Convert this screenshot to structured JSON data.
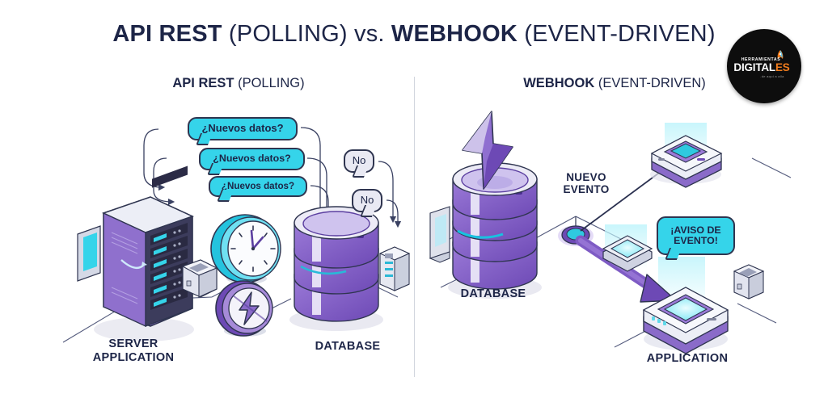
{
  "header": {
    "title_bold_1": "API REST",
    "title_normal_1": " (POLLING) ",
    "title_normal_vs": "vs.",
    "title_bold_2": " WEBHOOK",
    "title_normal_2": " (EVENT-DRIVEN)"
  },
  "logo": {
    "line1": "HERRAMIENTAS",
    "line2_main": "DIGITAL",
    "line2_accent": "ES",
    "line3": ".de aqui a alla",
    "icon": "rocket-icon",
    "bg_color": "#0d0d0d",
    "accent_color": "#f07c1d"
  },
  "panels": {
    "left": {
      "title_bold": "API REST",
      "title_normal": " (POLLING)",
      "bubbles": [
        {
          "text": "¿Nuevos datos?",
          "style": "cyan"
        },
        {
          "text": "¿Nuevos datos?",
          "style": "cyan"
        },
        {
          "text": "¿Nuevos datos?",
          "style": "cyan"
        },
        {
          "text": "No",
          "style": "gray"
        },
        {
          "text": "No",
          "style": "gray"
        }
      ],
      "labels": {
        "server": "SERVER\nAPPLICATION",
        "database": "DATABASE"
      },
      "icons": {
        "clock": "clock-icon",
        "power": "lightning-circle-icon",
        "server_rack": "server-rack-icon",
        "db_cylinder": "database-cylinder-icon",
        "small_node": "network-node-icon"
      }
    },
    "right": {
      "title_bold": "WEBHOOK",
      "title_normal": " (EVENT-DRIVEN)",
      "labels": {
        "database": "DATABASE",
        "event": "NUEVO\nEVENTO",
        "application": "APPLICATION"
      },
      "bubbles": [
        {
          "text_line1": "¡AVISO DE",
          "text_line2": "EVENTO!",
          "style": "cyan"
        }
      ],
      "icons": {
        "lightning_bolt": "lightning-bolt-icon",
        "db_cylinder": "database-cylinder-icon",
        "event_node": "event-node-icon",
        "app_box_top": "application-box-icon",
        "app_box_mid": "application-box-icon",
        "app_box_bottom": "application-box-icon",
        "small_node": "network-node-icon",
        "flow_arrow": "arrow-icon"
      }
    }
  },
  "colors": {
    "ink": "#1d2547",
    "cyan": "#35d4ea",
    "purple": "#7e5bc4",
    "purple_dark": "#5b3fa0",
    "lilac": "#c3b6e8",
    "gray_bubble": "#e9e9f3",
    "line": "#3a4162",
    "divider": "#d2d6de",
    "background": "#ffffff"
  }
}
